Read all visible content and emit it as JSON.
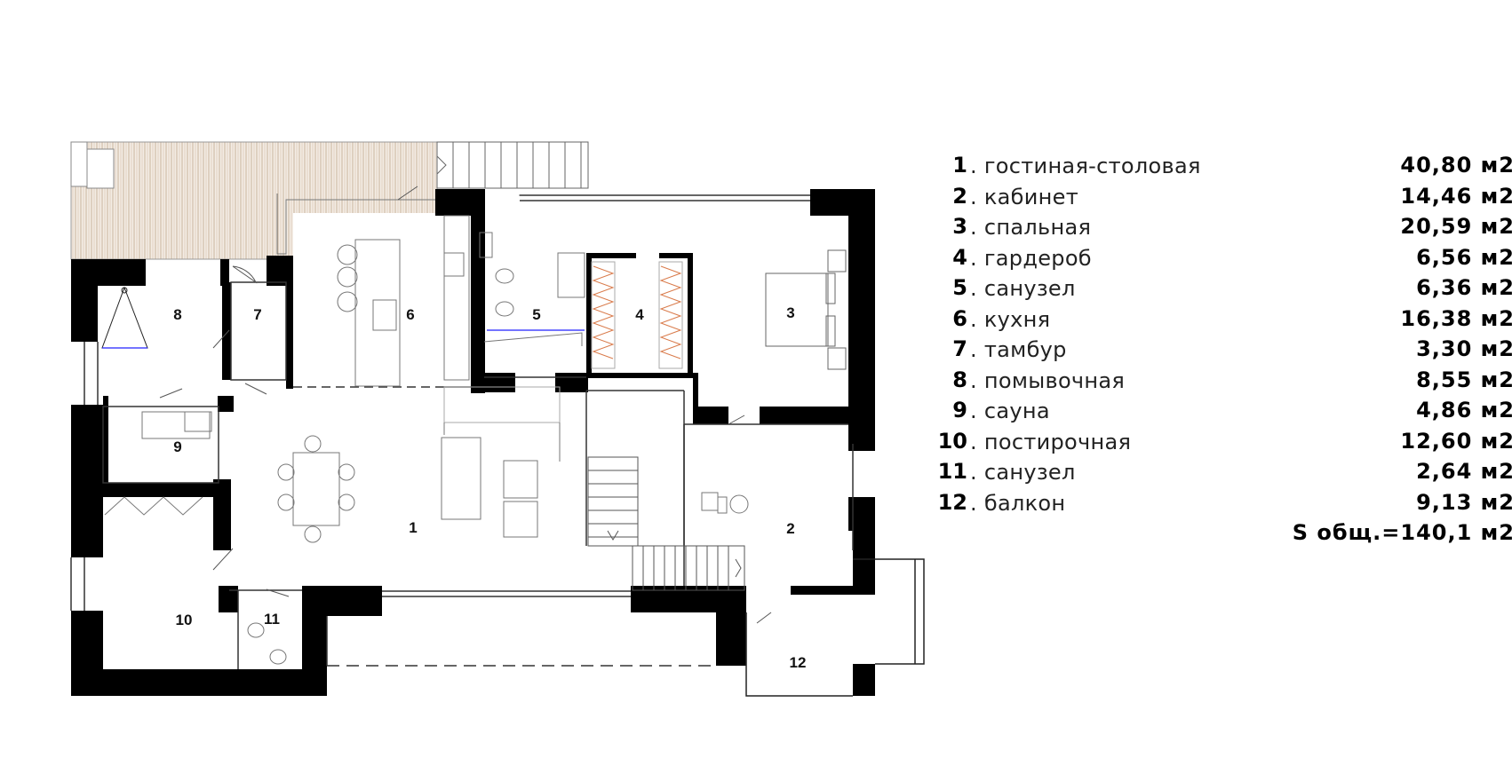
{
  "rooms_on_plan": [
    "1",
    "2",
    "3",
    "4",
    "5",
    "6",
    "7",
    "8",
    "9",
    "10",
    "11",
    "12"
  ],
  "legend": [
    {
      "num": "1",
      "name": "гостиная-столовая",
      "area": "40,80 м2"
    },
    {
      "num": "2",
      "name": "кабинет",
      "area": "14,46 м2"
    },
    {
      "num": "3",
      "name": "спальная",
      "area": "20,59 м2"
    },
    {
      "num": "4",
      "name": "гардероб",
      "area": "6,56 м2"
    },
    {
      "num": "5",
      "name": "санузел",
      "area": "6,36 м2"
    },
    {
      "num": "6",
      "name": "кухня",
      "area": "16,38 м2"
    },
    {
      "num": "7",
      "name": "тамбур",
      "area": "3,30 м2"
    },
    {
      "num": "8",
      "name": "помывочная",
      "area": "8,55 м2"
    },
    {
      "num": "9",
      "name": "сауна",
      "area": "4,86 м2"
    },
    {
      "num": "10",
      "name": "постирочная",
      "area": "12,60 м2"
    },
    {
      "num": "11",
      "name": "санузел",
      "area": "2,64 м2"
    },
    {
      "num": "12",
      "name": "балкон",
      "area": "9,13 м2"
    }
  ],
  "total": "S общ.=140,1 м2"
}
